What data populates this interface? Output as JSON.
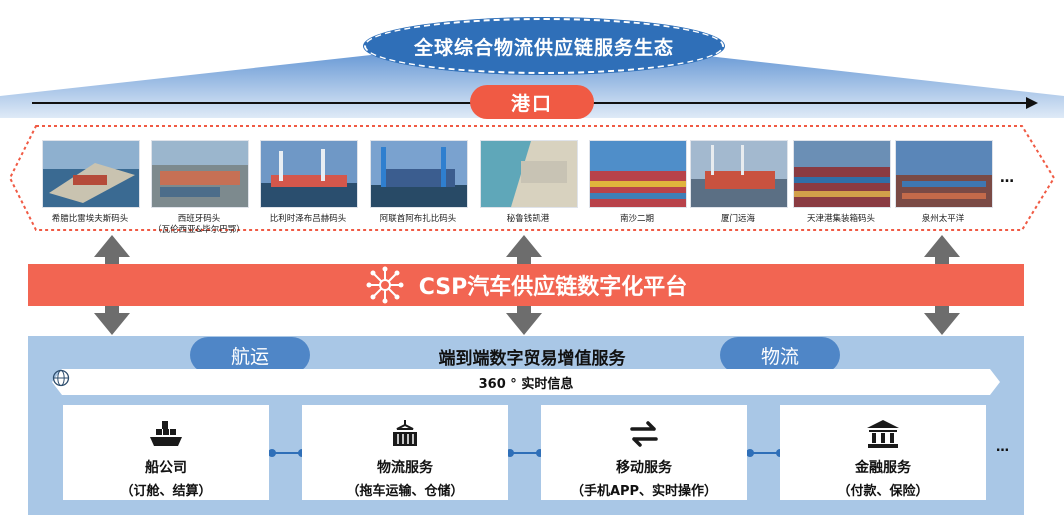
{
  "header": {
    "ecosystem_title": "全球综合物流供应链服务生态",
    "port_label": "港口"
  },
  "ports": [
    {
      "caption": "希腊比雷埃夫斯码头",
      "caption2": ""
    },
    {
      "caption": "西班牙码头",
      "caption2": "（瓦伦西亚&毕尔巴鄂）"
    },
    {
      "caption": "比利时泽布吕赫码头",
      "caption2": ""
    },
    {
      "caption": "阿联酋阿布扎比码头",
      "caption2": ""
    },
    {
      "caption": "秘鲁钱凯港",
      "caption2": ""
    },
    {
      "caption": "南沙二期",
      "caption2": ""
    },
    {
      "caption": "厦门远海",
      "caption2": ""
    },
    {
      "caption": "天津港集装箱码头",
      "caption2": ""
    },
    {
      "caption": "泉州太平洋",
      "caption2": ""
    }
  ],
  "ports_more": "…",
  "platform": {
    "title": "CSP汽车供应链数字化平台"
  },
  "services": {
    "left_pill": "航运",
    "right_pill": "物流",
    "title": "端到端数字贸易增值服务",
    "info": "360 ° 实时信息",
    "cards": [
      {
        "title": "船公司",
        "sub": "（订舱、结算）",
        "icon": "cargo-ship-icon"
      },
      {
        "title": "物流服务",
        "sub": "（拖车运输、仓储）",
        "icon": "container-crane-icon"
      },
      {
        "title": "移动服务",
        "sub": "（手机APP、实时操作）",
        "icon": "exchange-arrows-icon"
      },
      {
        "title": "金融服务",
        "sub": "（付款、保险）",
        "icon": "bank-icon"
      }
    ],
    "more": "…"
  },
  "colors": {
    "accent_red": "#f26552",
    "accent_blue": "#2f6fb8",
    "panel_blue": "#a9c7e6",
    "pill_red": "#f05a44"
  }
}
